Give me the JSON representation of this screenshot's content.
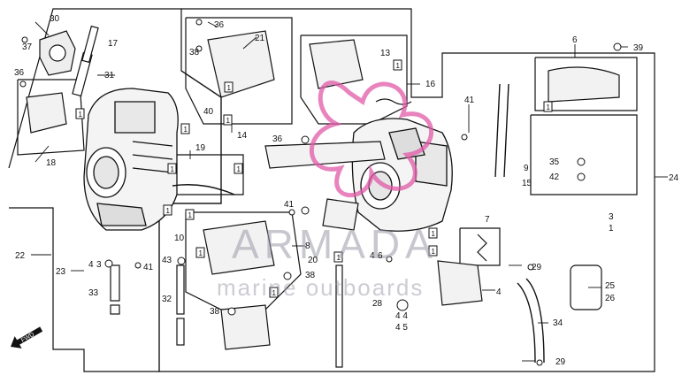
{
  "watermark": {
    "title": "ARMADA",
    "subtitle": "marine outboards",
    "accent_color": "#e05aa8",
    "text_color": "#9a9aa8"
  },
  "direction_marker": {
    "label": "FWD"
  },
  "callouts": [
    {
      "id": "c30",
      "label": "30"
    },
    {
      "id": "c37",
      "label": "37"
    },
    {
      "id": "c36a",
      "label": "36"
    },
    {
      "id": "c31",
      "label": "31"
    },
    {
      "id": "c17",
      "label": "17"
    },
    {
      "id": "c18",
      "label": "18"
    },
    {
      "id": "c22",
      "label": "22"
    },
    {
      "id": "c23",
      "label": "23"
    },
    {
      "id": "c4a",
      "label": "4"
    },
    {
      "id": "c3a",
      "label": "3"
    },
    {
      "id": "c33",
      "label": "33"
    },
    {
      "id": "c41a",
      "label": "41"
    },
    {
      "id": "c36b",
      "label": "36"
    },
    {
      "id": "c38a",
      "label": "38"
    },
    {
      "id": "c21",
      "label": "21"
    },
    {
      "id": "c40",
      "label": "40"
    },
    {
      "id": "c14",
      "label": "14"
    },
    {
      "id": "c19",
      "label": "19"
    },
    {
      "id": "c10",
      "label": "10"
    },
    {
      "id": "c43",
      "label": "43"
    },
    {
      "id": "c32",
      "label": "32"
    },
    {
      "id": "c38b",
      "label": "38"
    },
    {
      "id": "c36c",
      "label": "36"
    },
    {
      "id": "c13",
      "label": "13"
    },
    {
      "id": "c16",
      "label": "16"
    },
    {
      "id": "c41b",
      "label": "41"
    },
    {
      "id": "c41c",
      "label": "41"
    },
    {
      "id": "c8",
      "label": "8"
    },
    {
      "id": "c38c",
      "label": "38"
    },
    {
      "id": "c20",
      "label": "20"
    },
    {
      "id": "c4b",
      "label": "4"
    },
    {
      "id": "c6b",
      "label": "6"
    },
    {
      "id": "c7",
      "label": "7"
    },
    {
      "id": "c29a",
      "label": "29"
    },
    {
      "id": "c4c",
      "label": "4"
    },
    {
      "id": "c28",
      "label": "28"
    },
    {
      "id": "c44",
      "label": "4 4"
    },
    {
      "id": "c45",
      "label": "4 5"
    },
    {
      "id": "c34",
      "label": "34"
    },
    {
      "id": "c29b",
      "label": "29"
    },
    {
      "id": "c6",
      "label": "6"
    },
    {
      "id": "c39",
      "label": "39"
    },
    {
      "id": "c9",
      "label": "9"
    },
    {
      "id": "c15",
      "label": "15"
    },
    {
      "id": "c35",
      "label": "35"
    },
    {
      "id": "c42",
      "label": "42"
    },
    {
      "id": "c24",
      "label": "24"
    },
    {
      "id": "c3b",
      "label": "3"
    },
    {
      "id": "c1b",
      "label": "1"
    },
    {
      "id": "c25",
      "label": "25"
    },
    {
      "id": "c26",
      "label": "26"
    }
  ],
  "part_boxes": [
    "1",
    "1",
    "1",
    "1",
    "1",
    "1",
    "1",
    "1",
    "1",
    "1",
    "1",
    "1",
    "1",
    "1",
    "1"
  ]
}
